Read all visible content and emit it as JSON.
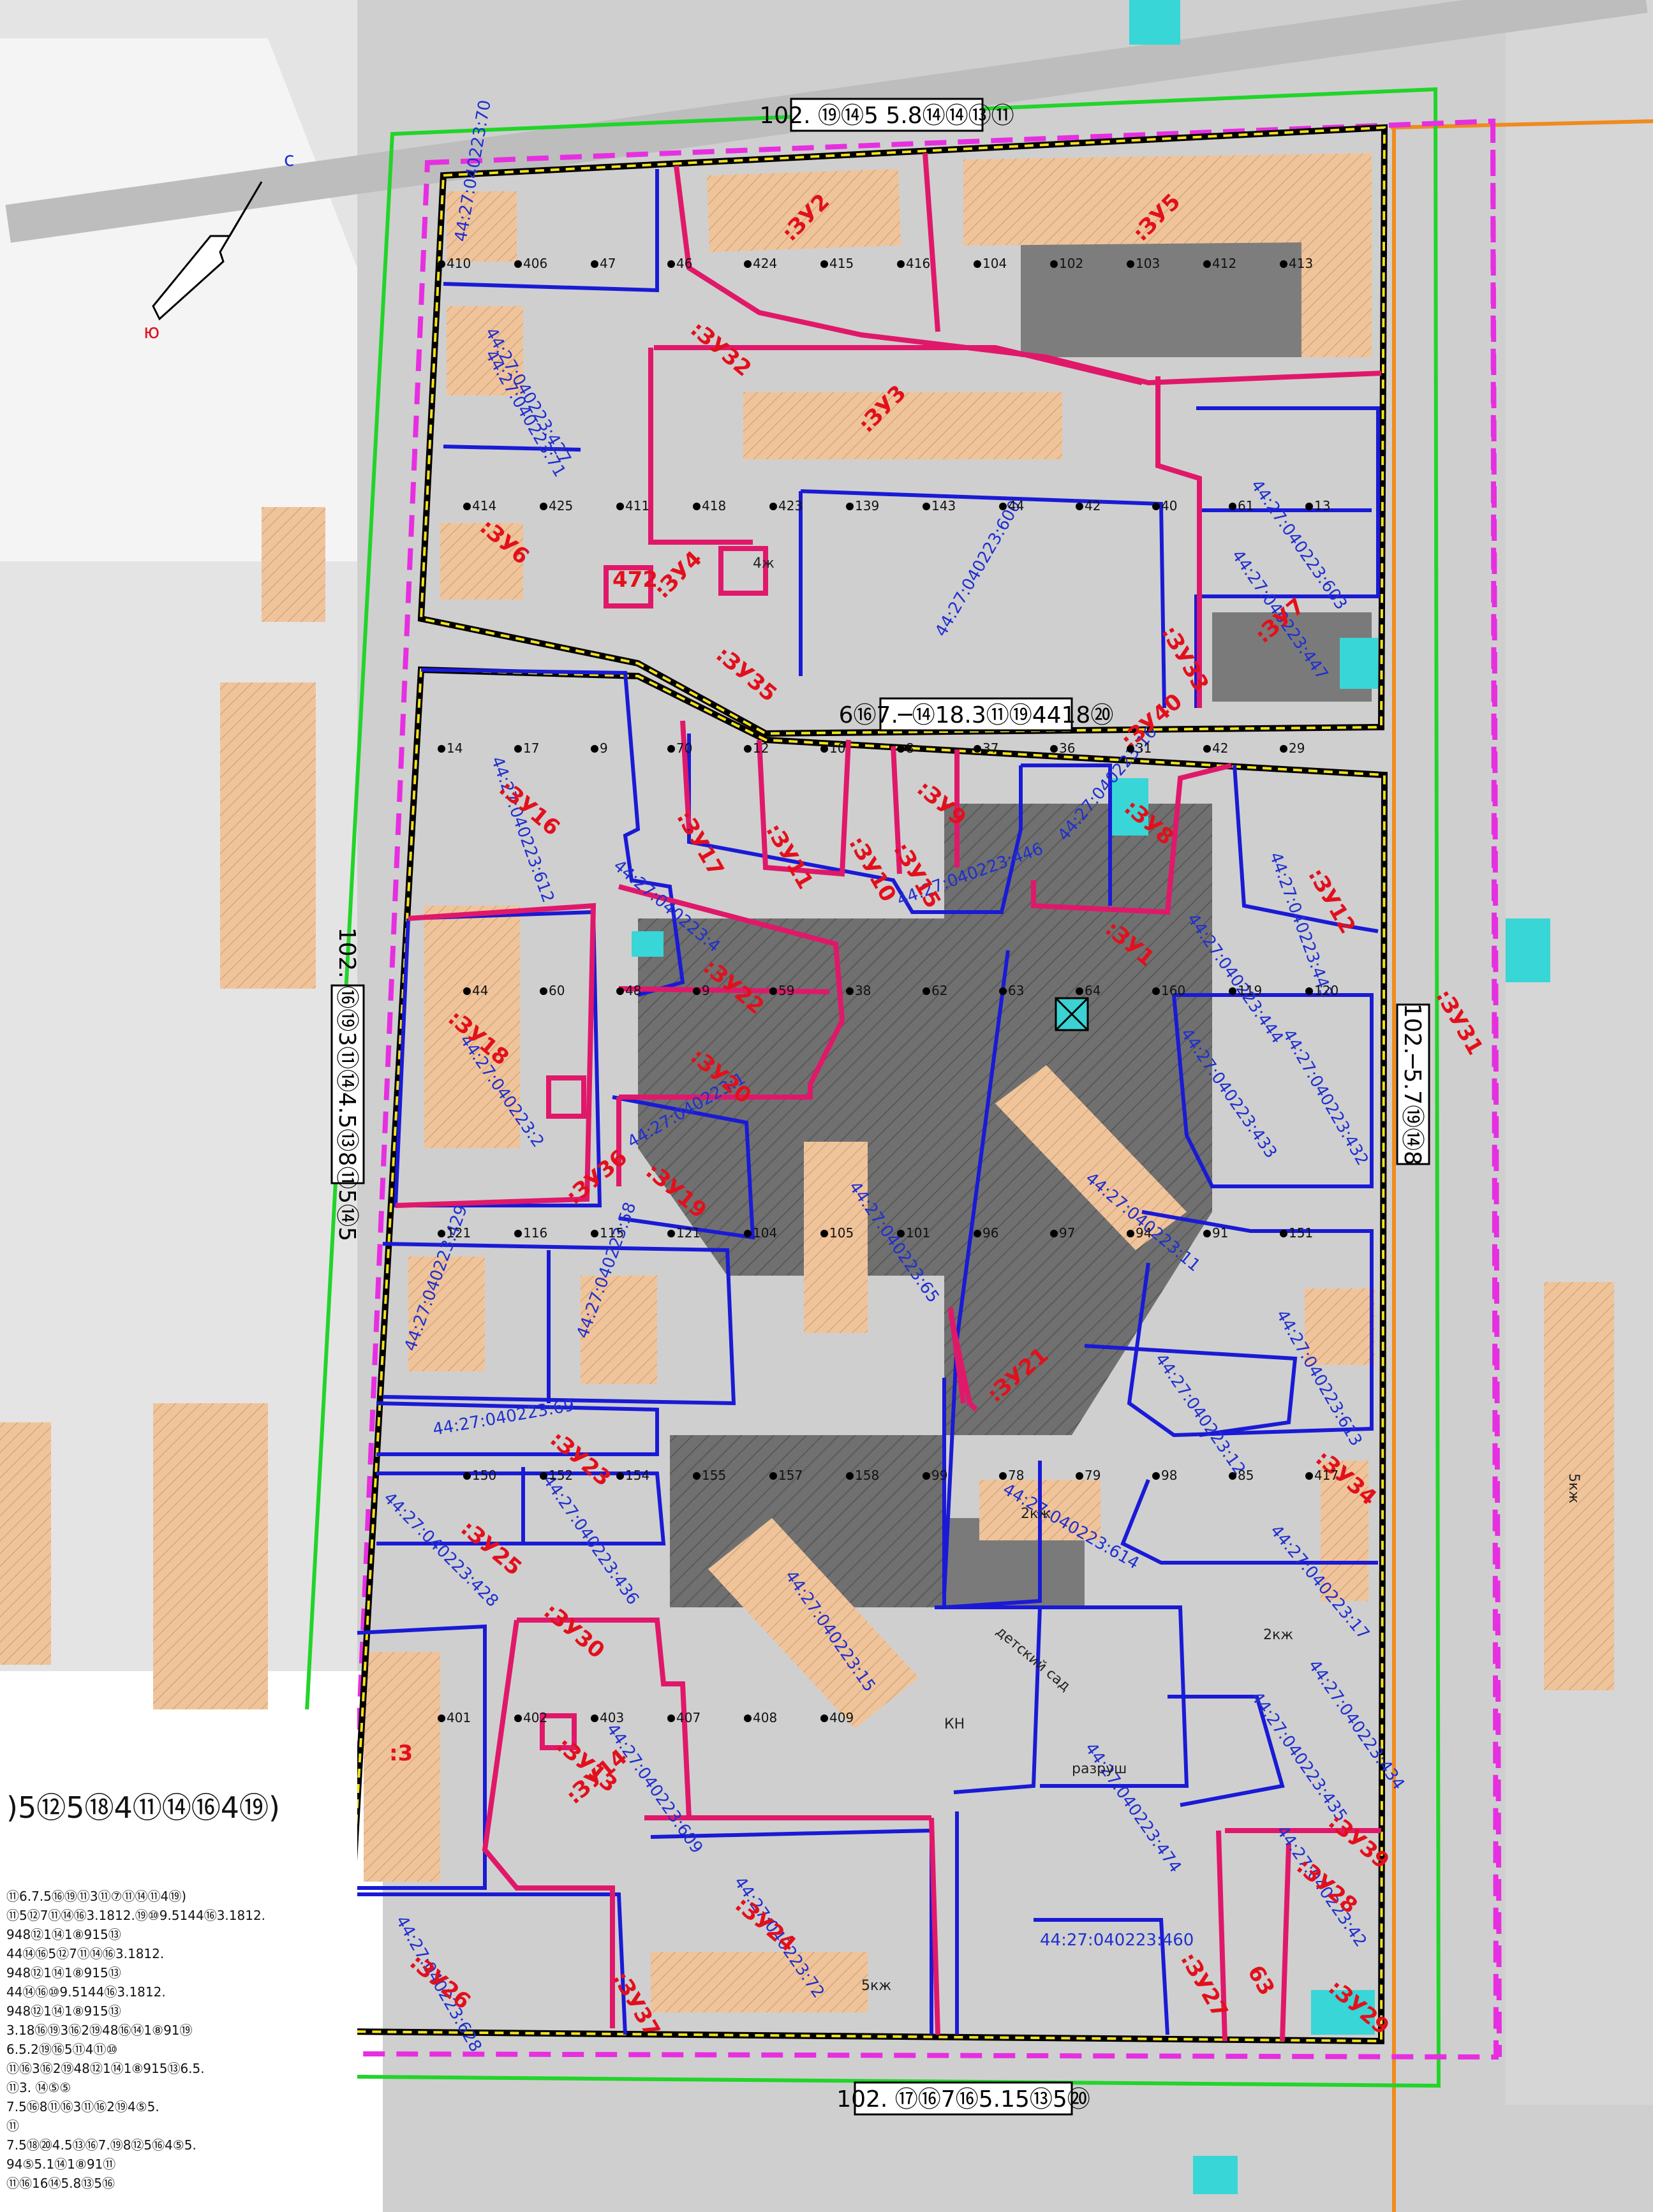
{
  "colors": {
    "background": "#cfcfcf",
    "building": "#f0c49a",
    "parcel_line": "#1a1ad6",
    "zone_line": "#e0186a",
    "boundary_black": "#000000",
    "boundary_yellow": "#f4e11b",
    "outer_green": "#22d42a",
    "dash_magenta": "#e62fe0",
    "road_orange": "#f08a1e",
    "hatched_dark": "#6e6e6e",
    "cyan": "#38d6d6"
  },
  "compass": {
    "north": "c",
    "south": "ю"
  },
  "streets": {
    "top": "102. ⑲⑭5 5.8⑭⑭⑬⑪",
    "middle": "6⑯7.─⑭18.3⑪⑲4418⑳",
    "left": "102. ⑯⑲3⑪⑭4.5⑬8⑪5⑭5",
    "right": "102.─5.7⑲⑭8",
    "bottom": "102. ⑰⑯7⑯5.15⑬5⑳"
  },
  "parcels": [
    {
      "id": "p1",
      "label": "44:27:040223:70"
    },
    {
      "id": "p2",
      "label": "44:27:040223:427"
    },
    {
      "id": "p3",
      "label": "44:27:040223:71"
    },
    {
      "id": "p4",
      "label": "44:27:040223:603"
    },
    {
      "id": "p5",
      "label": "44:27:040223:447"
    },
    {
      "id": "p6",
      "label": "44:27:040223:600"
    },
    {
      "id": "p7",
      "label": "44:27:040223:612"
    },
    {
      "id": "p8",
      "label": "44:27:040223:4"
    },
    {
      "id": "p9",
      "label": "44:27:040223:16"
    },
    {
      "id": "p10",
      "label": "44:27:040223:446"
    },
    {
      "id": "p11",
      "label": "44:27:040223:443"
    },
    {
      "id": "p12",
      "label": "44:27:040223:444"
    },
    {
      "id": "p13",
      "label": "44:27:040223:2"
    },
    {
      "id": "p14",
      "label": "44:27:040223:433"
    },
    {
      "id": "p15",
      "label": "44:27:040223:432"
    },
    {
      "id": "p16",
      "label": "44:27:040223:1"
    },
    {
      "id": "p17",
      "label": "44:27:040223:11"
    },
    {
      "id": "p18",
      "label": "44:27:040223:65"
    },
    {
      "id": "p19",
      "label": "44:27:040223:429"
    },
    {
      "id": "p20",
      "label": "44:27:040223:58"
    },
    {
      "id": "p21",
      "label": "44:27:040223:613"
    },
    {
      "id": "p22",
      "label": "44:27:040223:12"
    },
    {
      "id": "p23",
      "label": "44:27:040223:69"
    },
    {
      "id": "p24",
      "label": "44:27:040223:428"
    },
    {
      "id": "p25",
      "label": "44:27:040223:436"
    },
    {
      "id": "p26",
      "label": "44:27:040223:15"
    },
    {
      "id": "p27",
      "label": "44:27:040223:614"
    },
    {
      "id": "p28",
      "label": "44:27:040223:17"
    },
    {
      "id": "p29",
      "label": "44:27:040223:434"
    },
    {
      "id": "p30",
      "label": "44:27:040223:435"
    },
    {
      "id": "p31",
      "label": "44:27:040223:609"
    },
    {
      "id": "p32",
      "label": "44:27:040223:474"
    },
    {
      "id": "p33",
      "label": "44:27:040223:42"
    },
    {
      "id": "p34",
      "label": "44:27:040223:72"
    },
    {
      "id": "p35",
      "label": "44:27:040223:460"
    },
    {
      "id": "p36",
      "label": "44:27:040223:628"
    }
  ],
  "zones": [
    {
      "id": "z1",
      "label": ":ЗУ2"
    },
    {
      "id": "z2",
      "label": ":ЗУ5"
    },
    {
      "id": "z3",
      "label": ":ЗУ32"
    },
    {
      "id": "z4",
      "label": ":ЗУ3"
    },
    {
      "id": "z5",
      "label": ":ЗУ6"
    },
    {
      "id": "z6",
      "label": ":ЗУ4"
    },
    {
      "id": "z7",
      "label": ":ЗУ35"
    },
    {
      "id": "z8",
      "label": ":ЗУ33"
    },
    {
      "id": "z9",
      "label": ":ЗУ7"
    },
    {
      "id": "z10",
      "label": ":ЗУ40"
    },
    {
      "id": "z11",
      "label": ":ЗУ16"
    },
    {
      "id": "z12",
      "label": ":ЗУ17"
    },
    {
      "id": "z13",
      "label": ":ЗУ11"
    },
    {
      "id": "z14",
      "label": ":ЗУ10"
    },
    {
      "id": "z15",
      "label": ":ЗУ15"
    },
    {
      "id": "z16",
      "label": ":ЗУ9"
    },
    {
      "id": "z17",
      "label": ":ЗУ8"
    },
    {
      "id": "z18",
      "label": ":ЗУ12"
    },
    {
      "id": "z19",
      "label": ":ЗУ1"
    },
    {
      "id": "z20",
      "label": ":ЗУ22"
    },
    {
      "id": "z21",
      "label": ":ЗУ18"
    },
    {
      "id": "z22",
      "label": ":ЗУ20"
    },
    {
      "id": "z23",
      "label": ":ЗУ19"
    },
    {
      "id": "z24",
      "label": ":ЗУ36"
    },
    {
      "id": "z25",
      "label": ":ЗУ31"
    },
    {
      "id": "z26",
      "label": ":ЗУ21"
    },
    {
      "id": "z27",
      "label": ":ЗУ34"
    },
    {
      "id": "z28",
      "label": ":ЗУ23"
    },
    {
      "id": "z29",
      "label": ":ЗУ25"
    },
    {
      "id": "z30",
      "label": ":ЗУ30"
    },
    {
      "id": "z31",
      "label": ":ЗУ14"
    },
    {
      "id": "z32",
      "label": ":ЗУ24"
    },
    {
      "id": "z33",
      "label": ":ЗУ13"
    },
    {
      "id": "z34",
      "label": ":ЗУ26"
    },
    {
      "id": "z35",
      "label": ":ЗУ37"
    },
    {
      "id": "z36",
      "label": ":ЗУ27"
    },
    {
      "id": "z37",
      "label": ":ЗУ28"
    },
    {
      "id": "z38",
      "label": ":ЗУ29"
    },
    {
      "id": "z39",
      "label": ":ЗУ39"
    },
    {
      "id": "z40",
      "label": ":3"
    },
    {
      "id": "z41",
      "label": "63"
    },
    {
      "id": "z42",
      "label": "472"
    }
  ],
  "buildings": [
    {
      "id": "b1",
      "label": "5кж"
    },
    {
      "id": "b2",
      "label": "4ж"
    },
    {
      "id": "b3",
      "label": "детский сад"
    },
    {
      "id": "b4",
      "label": "2кж"
    },
    {
      "id": "b5",
      "label": "разруш"
    },
    {
      "id": "b6",
      "label": "5кж"
    },
    {
      "id": "b7",
      "label": "2кж"
    },
    {
      "id": "b8",
      "label": "КН"
    }
  ],
  "points": [
    "410",
    "406",
    "47",
    "46",
    "424",
    "415",
    "416",
    "104",
    "102",
    "103",
    "412",
    "413",
    "414",
    "425",
    "411",
    "418",
    "423",
    "139",
    "143",
    "44",
    "42",
    "40",
    "61",
    "13",
    "14",
    "17",
    "9",
    "70",
    "12",
    "10",
    "8",
    "37",
    "36",
    "31",
    "42",
    "29",
    "44",
    "60",
    "48",
    "9",
    "59",
    "38",
    "62",
    "63",
    "64",
    "160",
    "119",
    "120",
    "121",
    "116",
    "115",
    "121",
    "104",
    "105",
    "101",
    "96",
    "97",
    "94",
    "91",
    "151",
    "150",
    "152",
    "154",
    "155",
    "157",
    "158",
    "99",
    "78",
    "79",
    "98",
    "85",
    "417",
    "401",
    "402",
    "403",
    "407",
    "408",
    "409"
  ],
  "legend": {
    "title": ")5⑫5⑱4⑪⑭⑯4⑲)",
    "lines": [
      "⑪6.7.5⑯⑲⑪3⑪⑦⑪⑭⑪4⑲)",
      "⑪5⑫7⑪⑭⑯3.1812.⑲⑩9.5144⑯3.1812.",
      "948⑫1⑭1⑧915⑬",
      "44⑭⑯5⑫7⑪⑭⑯3.1812.",
      "948⑫1⑭1⑧915⑬",
      "44⑭⑯⑩9.5144⑯3.1812.",
      "948⑫1⑭1⑧915⑬",
      "3.18⑯⑲3⑯2⑲48⑯⑭1⑧91⑲",
      "6.5.2⑲⑯5⑪4⑪⑩",
      "⑪⑯3⑯2⑲48⑫1⑭1⑧915⑬6.5.",
      "⑪3. ⑭⑤⑤",
      "7.5⑯8⑪⑯3⑪⑯2⑲4⑤5.",
      "⑪",
      "7.5⑱⑳4.5⑬⑯7.⑲8⑫5⑯4⑤5.",
      "94⑤5.1⑭1⑧91⑪",
      "⑪⑯16⑭5.8⑬5⑯"
    ]
  }
}
